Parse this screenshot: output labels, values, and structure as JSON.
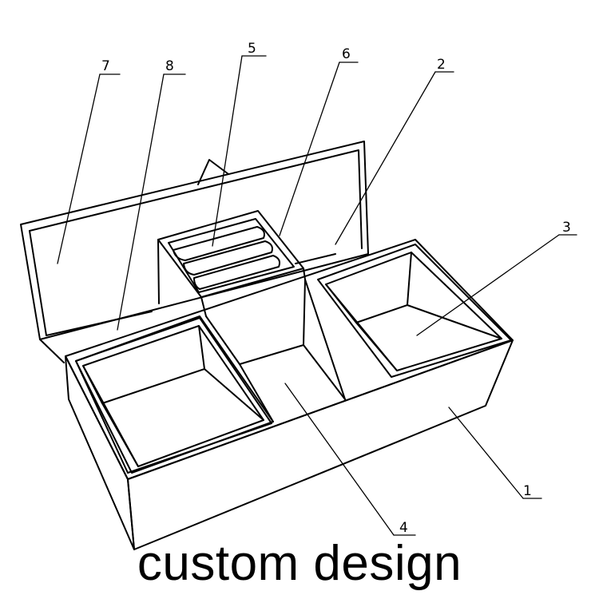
{
  "caption": "custom design",
  "callouts": [
    {
      "id": "7",
      "label": "7"
    },
    {
      "id": "8",
      "label": "8"
    },
    {
      "id": "5",
      "label": "5"
    },
    {
      "id": "6",
      "label": "6"
    },
    {
      "id": "2",
      "label": "2"
    },
    {
      "id": "3",
      "label": "3"
    },
    {
      "id": "1",
      "label": "1"
    },
    {
      "id": "4",
      "label": "4"
    }
  ],
  "colors": {
    "ink": "#000000",
    "background": "#ffffff"
  }
}
